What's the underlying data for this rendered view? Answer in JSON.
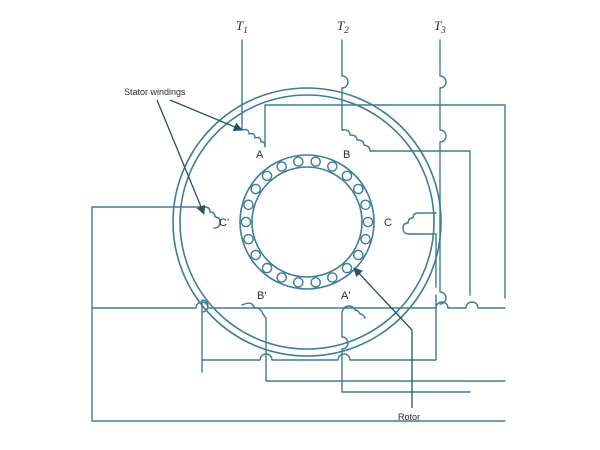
{
  "terminals": [
    {
      "letter": "T",
      "sub": "1"
    },
    {
      "letter": "T",
      "sub": "2"
    },
    {
      "letter": "T",
      "sub": "3"
    }
  ],
  "windings": [
    "A",
    "B",
    "C",
    "A'",
    "B'",
    "C'"
  ],
  "callouts": {
    "stator": "Stator windings",
    "rotor": "Rotor"
  },
  "colors": {
    "wire": "#3d7d95",
    "text": "#2b2b2b",
    "background": "#ffffff"
  }
}
